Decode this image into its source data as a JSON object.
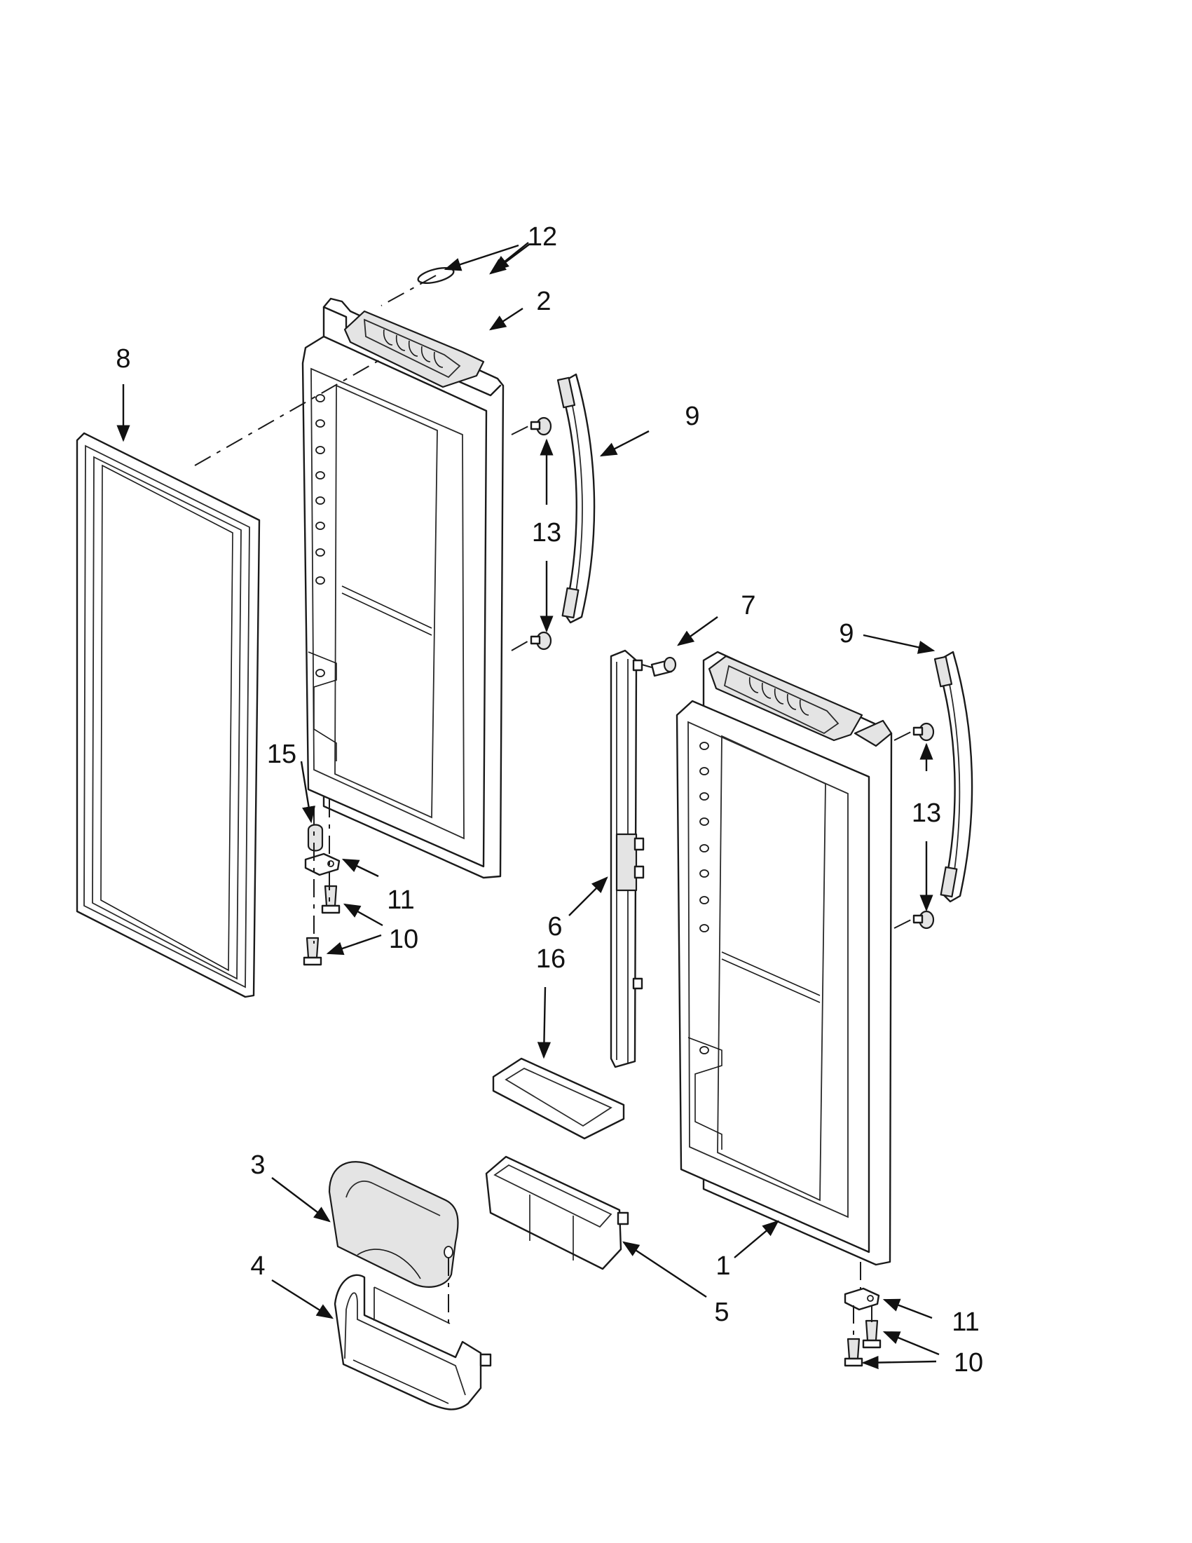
{
  "callouts": {
    "c1": "1",
    "c2": "2",
    "c3": "3",
    "c4": "4",
    "c5": "5",
    "c6": "6",
    "c7": "7",
    "c8": "8",
    "c9_left": "9",
    "c9_right": "9",
    "c10_left": "10",
    "c10_right": "10",
    "c11_left": "11",
    "c11_right": "11",
    "c12": "12",
    "c13_left": "13",
    "c13_right": "13",
    "c15": "15",
    "c16": "16"
  }
}
